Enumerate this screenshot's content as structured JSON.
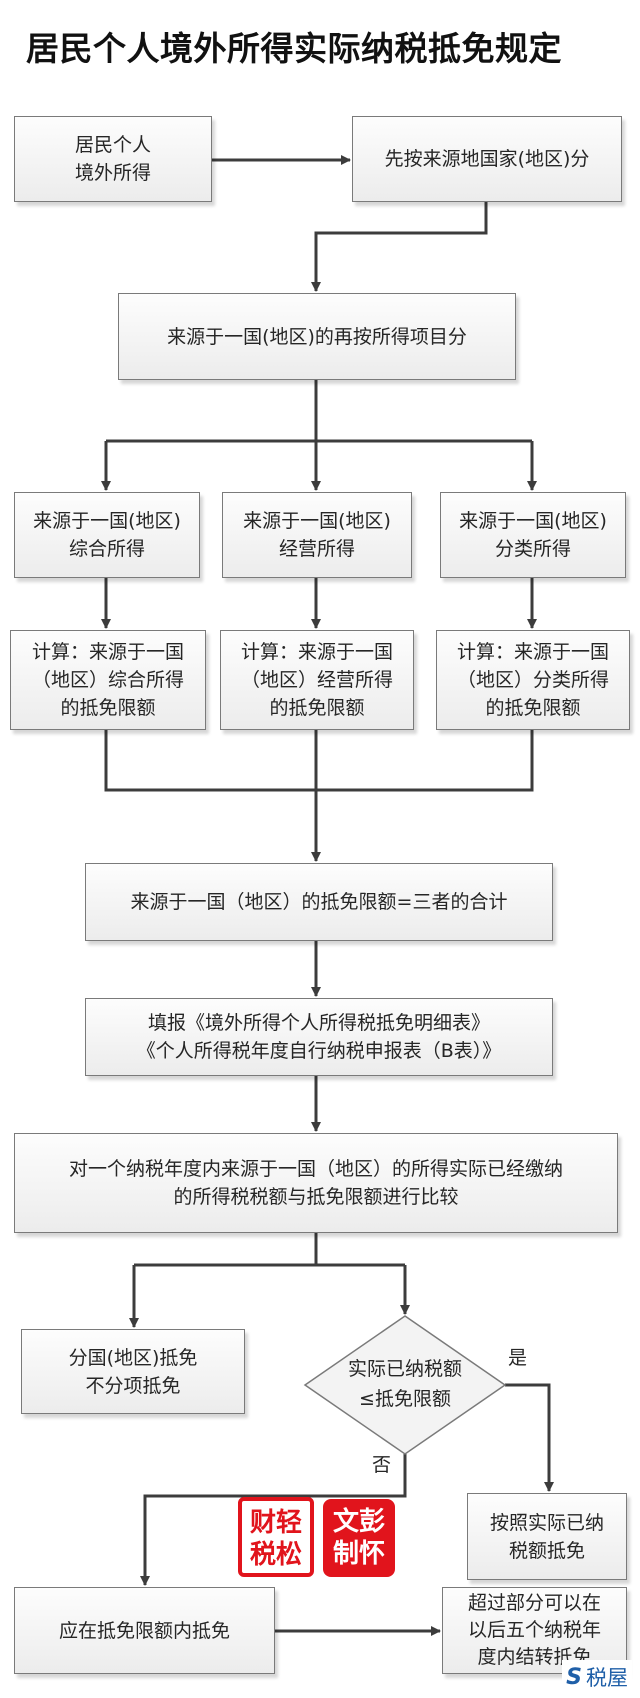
{
  "title": "居民个人境外所得实际纳税抵免规定",
  "nodes": {
    "start": "居民个人\n境外所得",
    "by_country": "先按来源地国家(地区)分",
    "by_item": "来源于一国(地区)的再按所得项目分",
    "comprehensive": "来源于一国(地区)\n综合所得",
    "business": "来源于一国(地区)\n经营所得",
    "classified": "来源于一国(地区)\n分类所得",
    "calc_comprehensive": "计算：来源于一国\n（地区）综合所得\n的抵免限额",
    "calc_business": "计算：来源于一国\n（地区）经营所得\n的抵免限额",
    "calc_classified": "计算：来源于一国\n（地区）分类所得\n的抵免限额",
    "sum_limit": "来源于一国（地区）的抵免限额=三者的合计",
    "fill_forms": "填报《境外所得个人所得税抵免明细表》\n《个人所得税年度自行纳税申报表（B表）》",
    "compare": "对一个纳税年度内来源于一国（地区）的所得实际已经缴纳\n的所得税税额与抵免限额进行比较",
    "per_country": "分国(地区)抵免\n不分项抵免",
    "decision": "实际已纳税额\n≤抵免限额",
    "yes_result": "按照实际已纳\n税额抵免",
    "no_result": "应在抵免限额内抵免",
    "carry_forward": "超过部分可以在\n以后五个纳税年\n度内结转抵免"
  },
  "edge_labels": {
    "yes": "是",
    "no": "否"
  },
  "stamps": {
    "left": "财轻\n税松",
    "right": "文彭\n制怀"
  },
  "logo": {
    "icon": "S",
    "text": "税屋"
  },
  "colors": {
    "line": "#3c3c3c",
    "stamp_red": "#e1141c",
    "logo_blue": "#1f5fa8"
  }
}
